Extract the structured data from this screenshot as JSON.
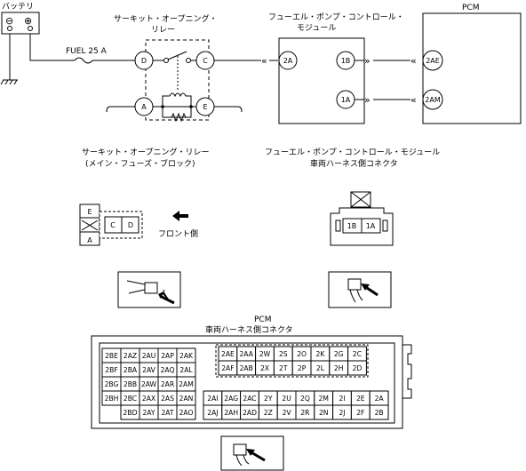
{
  "battery": {
    "label": "バッテリ",
    "neg": "⊖",
    "pos": "⊕"
  },
  "fuse": {
    "label": "FUEL 25 A"
  },
  "relay": {
    "title_line1": "サーキット・オープニング・",
    "title_line2": "リレー",
    "pins": {
      "d": "D",
      "c": "C",
      "a": "A",
      "e": "E"
    },
    "caption_line1": "サーキット・オープニング・リレー",
    "caption_line2": "(メイン・フューズ・ブロック)",
    "connector": {
      "e": "E",
      "c": "C",
      "d": "D",
      "a": "A"
    },
    "front_label": "フロント側"
  },
  "fuel_pump_module": {
    "title_line1": "フューエル・ポンプ・コントロール・",
    "title_line2": "モジュール",
    "pins": {
      "p2a": "2A",
      "p1b": "1B",
      "p1a": "1A"
    },
    "caption_line1": "フューエル・ポンプ・コントロール・モジュール",
    "caption_line2": "車両ハーネス側コネクタ",
    "connector": {
      "c1b": "1B",
      "c1a": "1A"
    }
  },
  "pcm": {
    "title": "PCM",
    "pins": {
      "p2ae": "2AE",
      "p2am": "2AM"
    },
    "caption_line1": "PCM",
    "caption_line2": "車両ハーネス側コネクタ",
    "left_rows": [
      [
        "2BE",
        "2AZ",
        "2AU",
        "2AP",
        "2AK"
      ],
      [
        "2BF",
        "2BA",
        "2AV",
        "2AQ",
        "2AL"
      ],
      [
        "2BG",
        "2BB",
        "2AW",
        "2AR",
        "2AM"
      ],
      [
        "2BH",
        "2BC",
        "2AX",
        "2AS",
        "2AN"
      ],
      [
        "",
        "2BD",
        "2AY",
        "2AT",
        "2AO"
      ]
    ],
    "right_top_rows": [
      [
        "2AE",
        "2AA",
        "2W",
        "2S",
        "2O",
        "2K",
        "2G",
        "2C"
      ],
      [
        "2AF",
        "2AB",
        "2X",
        "2T",
        "2P",
        "2L",
        "2H",
        "2D"
      ]
    ],
    "right_bottom_rows": [
      [
        "2AI",
        "2AG",
        "2AC",
        "2Y",
        "2U",
        "2Q",
        "2M",
        "2I",
        "2E",
        "2A"
      ],
      [
        "2AJ",
        "2AH",
        "2AD",
        "2Z",
        "2V",
        "2R",
        "2N",
        "2J",
        "2F",
        "2B"
      ]
    ]
  },
  "icons": [
    "ground-icon",
    "fuse-icon",
    "relay-coil-icon",
    "connector-view-icon",
    "arrow-left-icon"
  ]
}
